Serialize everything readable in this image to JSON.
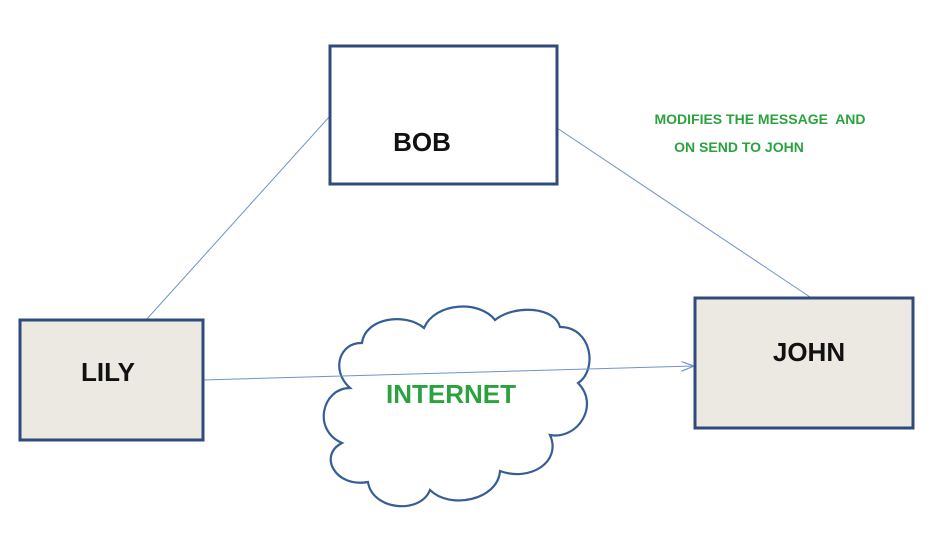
{
  "diagram": {
    "nodes": {
      "bob": {
        "label": "BOB"
      },
      "lily": {
        "label": "LILY"
      },
      "john": {
        "label": "JOHN"
      }
    },
    "cloud": {
      "label": "INTERNET"
    },
    "annotation": {
      "line1": "MODIFIES THE MESSAGE  AND",
      "line2": "ON SEND TO JOHN"
    },
    "colors": {
      "box_border": "#2f4b7c",
      "shaded_box_fill": "#ebe9e1",
      "plain_box_fill": "#ffffff",
      "connector": "#6f93c8",
      "cloud_outline": "#355e96",
      "label_green": "#2aa33f"
    }
  }
}
